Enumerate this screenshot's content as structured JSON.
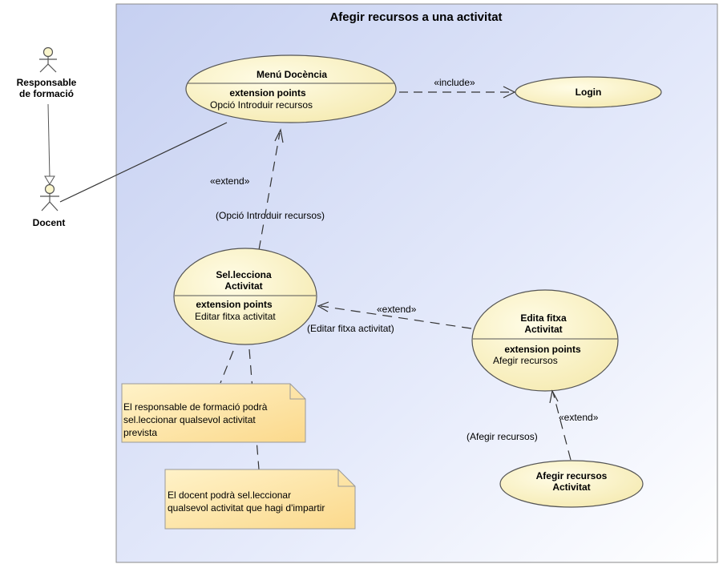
{
  "diagram": {
    "title": "Afegir recursos a una activitat"
  },
  "actors": {
    "responsable": {
      "line1": "Responsable",
      "line2": "de formació"
    },
    "docent": {
      "label": "Docent"
    }
  },
  "use_cases": {
    "menu": {
      "name": "Menú Docència",
      "ext_header": "extension points",
      "ext_point": "Opció Introduir recursos"
    },
    "login": {
      "name": "Login"
    },
    "selecciona": {
      "line1": "Sel.lecciona",
      "line2": "Activitat",
      "ext_header": "extension points",
      "ext_point": "Editar fitxa activitat"
    },
    "edita": {
      "line1": "Edita fitxa",
      "line2": "Activitat",
      "ext_header": "extension points",
      "ext_point": "Afegir recursos"
    },
    "afegir": {
      "line1": "Afegir recursos",
      "line2": "Activitat"
    }
  },
  "relations": {
    "include": "«include»",
    "extend_menu": "«extend»",
    "extend_menu_cond": "(Opció Introduir recursos)",
    "extend_sel": "«extend»",
    "extend_sel_cond": "(Editar fitxa activitat)",
    "extend_edita": "«extend»",
    "extend_edita_cond": "(Afegir recursos)"
  },
  "notes": {
    "note1": {
      "line1": "El responsable de formació podrà",
      "line2": "sel.leccionar qualsevol activitat",
      "line3": "prevista"
    },
    "note2": {
      "line1": "El docent podrà sel.leccionar",
      "line2": "qualsevol activitat que hagi d'impartir"
    }
  },
  "colors": {
    "usecase_fill": "#fbf6cc",
    "note_fill": "#fde6b0",
    "frame_bg_start": "#c9d3f2",
    "frame_bg_end": "#ffffff"
  }
}
